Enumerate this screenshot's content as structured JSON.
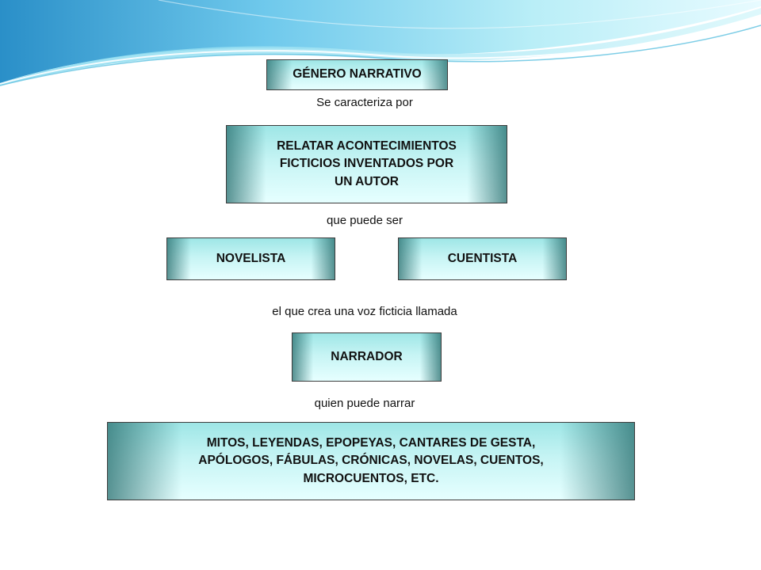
{
  "colors": {
    "box_light": "#e6ffff",
    "box_mid": "#c6f4f4",
    "box_edge": "#286e6e",
    "wave_blue": "#4fb3dc",
    "wave_cyan": "#8fe3f0"
  },
  "diagram": {
    "top_node": "GÉNERO NARRATIVO",
    "link_1": "Se caracteriza por",
    "definition_node": "RELATAR ACONTECIMIENTOS\nFICTICIOS INVENTADOS POR\nUN AUTOR",
    "link_2": "que puede ser",
    "author_types": [
      "NOVELISTA",
      "CUENTISTA"
    ],
    "link_3": "el que crea una voz ficticia llamada",
    "narrator_node": "NARRADOR",
    "link_4": "quien puede narrar",
    "genres_node": "MITOS, LEYENDAS, EPOPEYAS, CANTARES DE GESTA,\nAPÓLOGOS, FÁBULAS, CRÓNICAS, NOVELAS, CUENTOS,\nMICROCUENTOS, ETC."
  }
}
